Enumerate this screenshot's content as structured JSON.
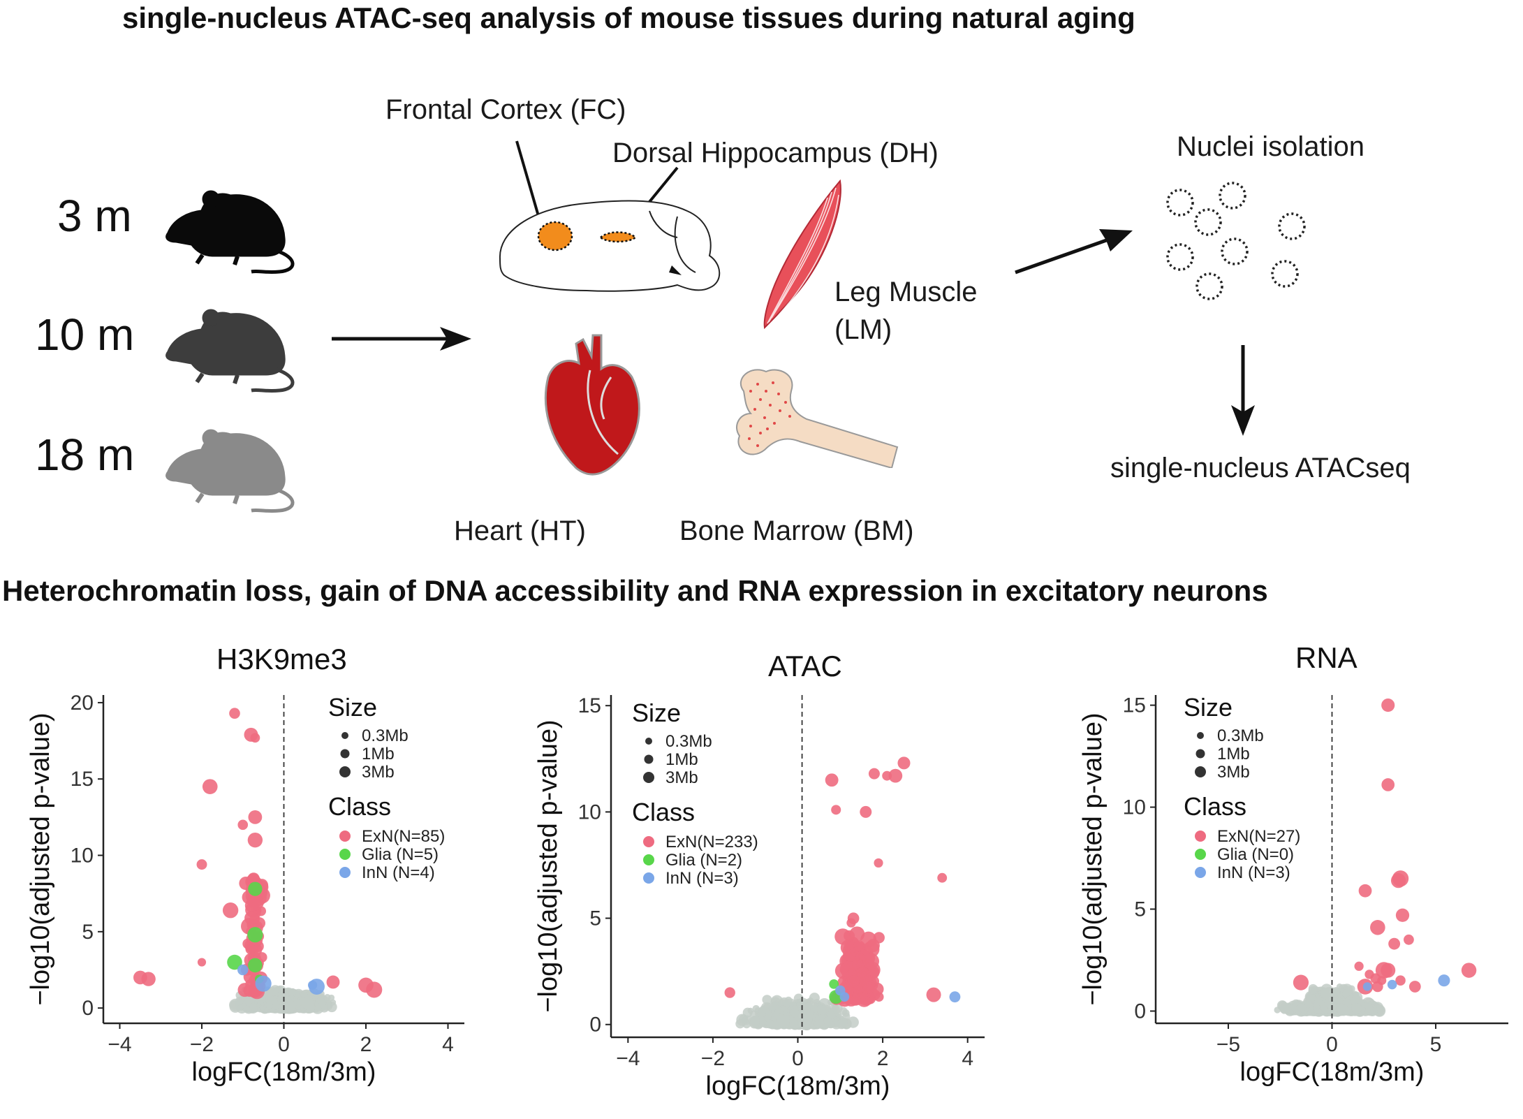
{
  "top_title": "single-nucleus ATAC-seq analysis of mouse tissues during natural aging",
  "ages": [
    "3 m",
    "10 m",
    "18 m"
  ],
  "mouse_colors": [
    "#0a0a0a",
    "#3d3d3d",
    "#8a8a8a"
  ],
  "tissues": {
    "fc": "Frontal Cortex (FC)",
    "dh": "Dorsal Hippocampus (DH)",
    "lm_line1": "Leg Muscle",
    "lm_line2": "(LM)",
    "ht": "Heart (HT)",
    "bm": "Bone Marrow (BM)"
  },
  "workflow": {
    "nuclei": "Nuclei isolation",
    "snatac": "single-nucleus ATACseq"
  },
  "bottom_title": "Heterochromatin loss, gain of DNA accessibility and RNA expression in excitatory neurons",
  "panels": [
    {
      "title": "H3K9me3",
      "xlabel": "logFC(18m/3m)",
      "ylabel": "−log10(adjusted p-value)",
      "xticks": [
        "−4",
        "−2",
        "0",
        "2",
        "4"
      ],
      "yticks": [
        "0",
        "5",
        "10",
        "15",
        "20"
      ],
      "size_title": "Size",
      "sizes": [
        "0.3Mb",
        "1Mb",
        "3Mb"
      ],
      "class_title": "Class",
      "classes": [
        "ExN(N=85)",
        "Glia (N=5)",
        "InN (N=4)"
      ]
    },
    {
      "title": "ATAC",
      "xlabel": "logFC(18m/3m)",
      "ylabel": "−log10(adjusted p-value)",
      "xticks": [
        "−4",
        "−2",
        "0",
        "2",
        "4"
      ],
      "yticks": [
        "0",
        "5",
        "10",
        "15"
      ],
      "size_title": "Size",
      "sizes": [
        "0.3Mb",
        "1Mb",
        "3Mb"
      ],
      "class_title": "Class",
      "classes": [
        "ExN(N=233)",
        "Glia (N=2)",
        "InN (N=3)"
      ]
    },
    {
      "title": "RNA",
      "xlabel": "logFC(18m/3m)",
      "ylabel": "−log10(adjusted p-value)",
      "xticks": [
        "−5",
        "0",
        "5"
      ],
      "yticks": [
        "0",
        "5",
        "10",
        "15"
      ],
      "size_title": "Size",
      "sizes": [
        "0.3Mb",
        "1Mb",
        "3Mb"
      ],
      "class_title": "Class",
      "classes": [
        "ExN(N=27)",
        "Glia (N=0)",
        "InN (N=3)"
      ]
    }
  ],
  "colors": {
    "exn": "#ee6b80",
    "glia": "#58d64a",
    "inn": "#7aa6e8",
    "background": "#c3ccc7",
    "brain_region": "#f28c1c",
    "heart": "#c0181b",
    "muscle": "#e8505a"
  }
}
